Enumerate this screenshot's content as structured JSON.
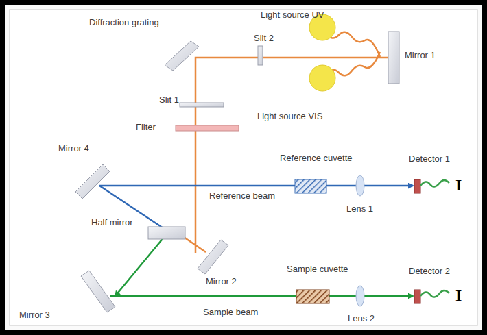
{
  "diagram": {
    "labels": [
      "Light source UV",
      "Diffraction grating",
      "Slit 2",
      "Mirror 1",
      "Slit 1",
      "Light source VIS",
      "Filter",
      "Mirror 4",
      "Reference cuvette",
      "Detector 1",
      "Reference beam",
      "Lens 1",
      "I",
      "Half mirror",
      "Mirror 2",
      "Sample cuvette",
      "Detector 2",
      "Mirror 3",
      "Sample beam",
      "Lens 2",
      "I"
    ]
  }
}
